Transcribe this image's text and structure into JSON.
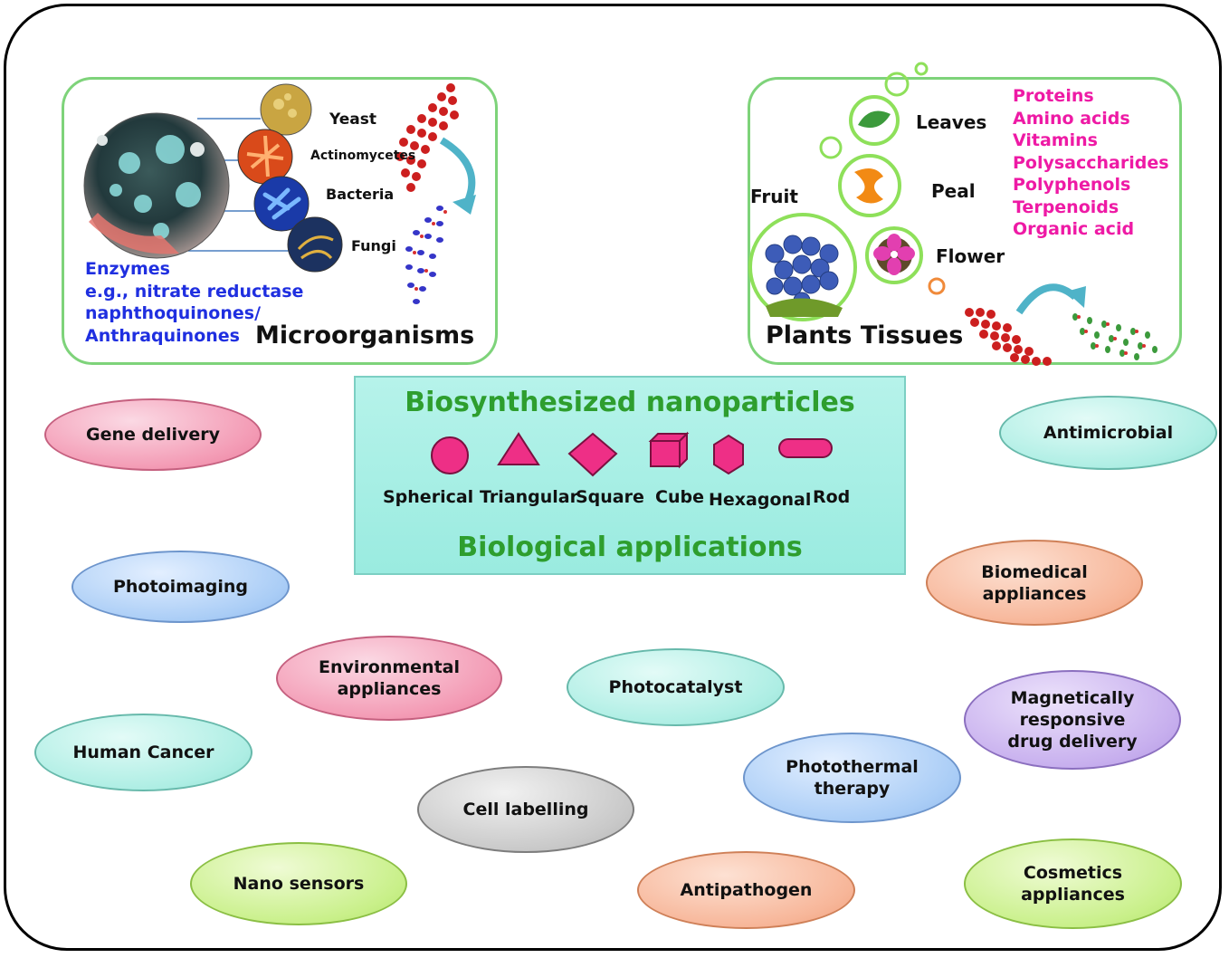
{
  "microorganisms": {
    "title": "Microorganisms",
    "types": [
      "Yeast",
      "Actinomycetes",
      "Bacteria",
      "Fungi"
    ],
    "enzymes": [
      "Enzymes",
      "e.g., nitrate reductase",
      "naphthoquinones/",
      "Anthraquinones"
    ]
  },
  "plants": {
    "title": "Plants Tissues",
    "parts": [
      "Leaves",
      "Peal",
      "Fruit",
      "Flower"
    ],
    "compounds": [
      "Proteins",
      "Amino acids",
      "Vitamins",
      "Polysaccharides",
      "Polyphenols",
      "Terpenoids",
      "Organic acid"
    ]
  },
  "center": {
    "title": "Biosynthesized nanoparticles",
    "subtitle": "Biological applications",
    "shapes": [
      "Spherical",
      "Triangular",
      "Square",
      "Cube",
      "Hexagonal",
      "Rod"
    ]
  },
  "applications": [
    "Gene delivery",
    "Antimicrobial",
    "Photoimaging",
    "Biomedical\nappliances",
    "Environmental\nappliances",
    "Photocatalyst",
    "Magnetically\nresponsive\ndrug delivery",
    "Human Cancer",
    "Photothermal\ntherapy",
    "Cell labelling",
    "Nano sensors",
    "Antipathogen",
    "Cosmetics\nappliances"
  ],
  "colors": {
    "accent_green": "#2e9e2e",
    "shape_pink": "#ee2f86",
    "compound_pink": "#ee1aa5",
    "enzyme_blue": "#1f2fe0"
  }
}
